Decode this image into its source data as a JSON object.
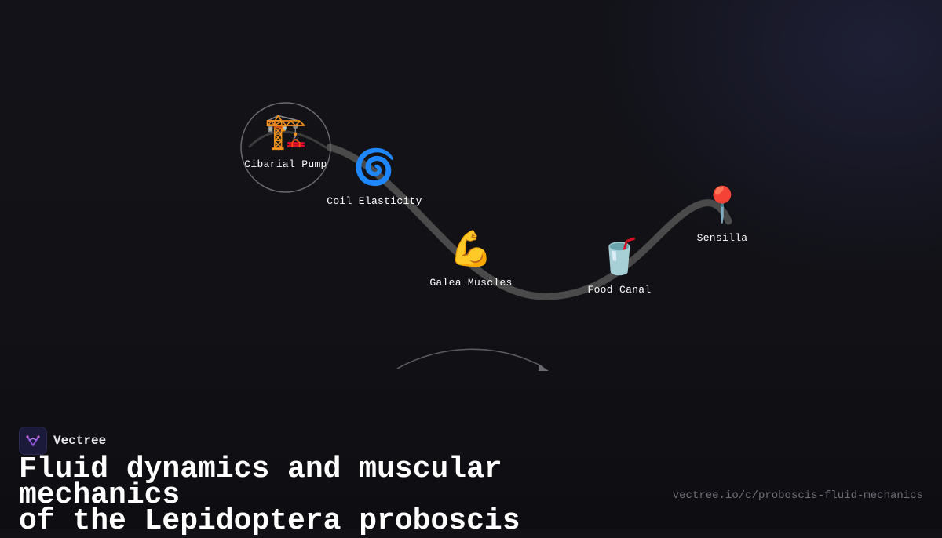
{
  "brand": {
    "name": "Vectree",
    "logo_icon": "vectree-logo-icon",
    "accent": "#8a4fd8"
  },
  "title": {
    "line1": "Fluid dynamics and muscular mechanics",
    "line2": "of the Lepidoptera proboscis"
  },
  "url": "vectree.io/c/proboscis-fluid-mechanics",
  "nodes": [
    {
      "id": "cibarial-pump",
      "label": "Cibarial Pump",
      "emoji": "🏗️",
      "icon": "construction-crane-icon",
      "highlighted": true
    },
    {
      "id": "coil-elasticity",
      "label": "Coil Elasticity",
      "emoji": "🌀",
      "icon": "cyclone-icon",
      "highlighted": false
    },
    {
      "id": "galea-muscles",
      "label": "Galea Muscles",
      "emoji": "💪",
      "icon": "flexed-biceps-icon",
      "highlighted": false
    },
    {
      "id": "food-canal",
      "label": "Food Canal",
      "emoji": "🥤",
      "icon": "cup-with-straw-icon",
      "highlighted": false
    },
    {
      "id": "sensilla",
      "label": "Sensilla",
      "emoji": "📍",
      "icon": "location-pin-icon",
      "highlighted": false
    }
  ],
  "colors": {
    "background": "#111116",
    "path": "#4a4a4a",
    "arrow": "#5a5a60",
    "text": "#ffffff",
    "url": "#6e6e78"
  }
}
